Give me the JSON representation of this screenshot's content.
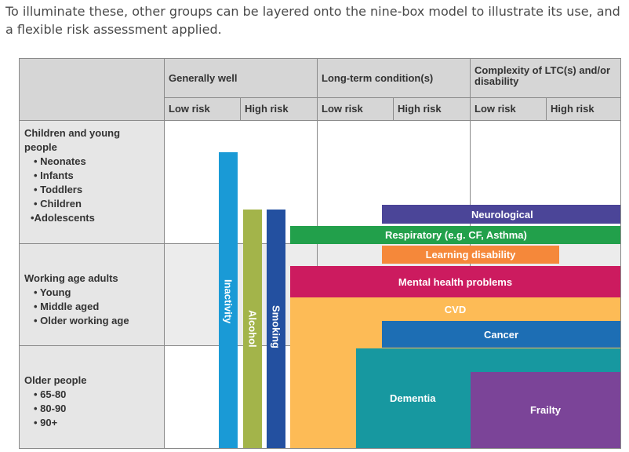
{
  "intro": "To illuminate these, other groups can be layered onto the nine-box model to illustrate its use, and a flexible risk assessment applied.",
  "columns": [
    {
      "label": "Generally well",
      "sub": [
        "Low risk",
        "High risk"
      ]
    },
    {
      "label": "Long-term condition(s)",
      "sub": [
        "Low risk",
        "High risk"
      ]
    },
    {
      "label": "Complexity of LTC(s) and/or disability",
      "sub": [
        "Low risk",
        "High risk"
      ]
    }
  ],
  "rows": [
    {
      "title": "Children and young people",
      "items": [
        "• Neonates",
        "• Infants",
        "• Toddlers",
        "• Children",
        "•Adolescents"
      ]
    },
    {
      "title": "Working age adults",
      "items": [
        "• Young",
        "• Middle aged",
        "• Older working age"
      ]
    },
    {
      "title": "Older people",
      "items": [
        "• 65-80",
        "• 80-90",
        "• 90+"
      ]
    }
  ],
  "bars": {
    "inactivity": "Inactivity",
    "alcohol": "Alcohol",
    "smoking": "Smoking"
  },
  "bands": {
    "neurological": "Neurological",
    "respiratory": "Respiratory (e.g. CF, Asthma)",
    "learning": "Learning disability",
    "mental": "Mental health problems",
    "cvd": "CVD",
    "cancer": "Cancer",
    "dementia": "Dementia",
    "frailty": "Frailty"
  },
  "colors": {
    "inactivity": "#1a9ad6",
    "alcohol": "#a3b44a",
    "smoking": "#2350a0",
    "neurological": "#4b4598",
    "respiratory": "#22a04b",
    "learning": "#f5883a",
    "mental": "#cc1b5f",
    "cvd": "#fdbb56",
    "cancer": "#1d6eb4",
    "dementia": "#1798a0",
    "frailty": "#7b4498"
  }
}
